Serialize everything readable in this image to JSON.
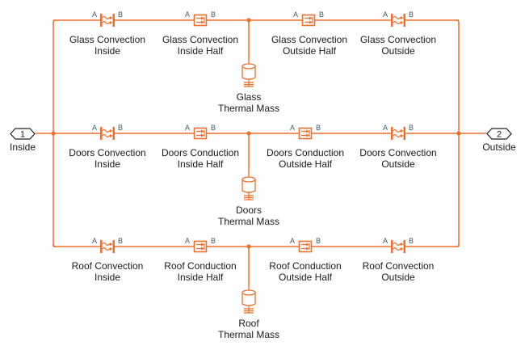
{
  "diagram": {
    "wire_color": "#ee6f2d",
    "port_label_color": "#3c5a66",
    "ports": [
      {
        "id": "inside",
        "number": "1",
        "name": "Inside"
      },
      {
        "id": "outside",
        "number": "2",
        "name": "Outside"
      }
    ],
    "rows": [
      {
        "id": "glass",
        "blocks": [
          {
            "type": "convection",
            "line1": "Glass Convection",
            "line2": "Inside",
            "port_a": "A",
            "port_b": "B"
          },
          {
            "type": "conduction",
            "line1": "Glass Convection",
            "line2": "Inside Half",
            "port_a": "A",
            "port_b": "B"
          },
          {
            "type": "conduction",
            "line1": "Glass Convection",
            "line2": "Outside Half",
            "port_a": "A",
            "port_b": "B"
          },
          {
            "type": "convection",
            "line1": "Glass Convection",
            "line2": "Outside",
            "port_a": "A",
            "port_b": "B"
          }
        ],
        "mass": {
          "line1": "Glass",
          "line2": "Thermal Mass"
        }
      },
      {
        "id": "doors",
        "blocks": [
          {
            "type": "convection",
            "line1": "Doors Convection",
            "line2": "Inside",
            "port_a": "A",
            "port_b": "B"
          },
          {
            "type": "conduction",
            "line1": "Doors Conduction",
            "line2": "Inside Half",
            "port_a": "A",
            "port_b": "B"
          },
          {
            "type": "conduction",
            "line1": "Doors Conduction",
            "line2": "Outside Half",
            "port_a": "A",
            "port_b": "B"
          },
          {
            "type": "convection",
            "line1": "Doors Convection",
            "line2": "Outside",
            "port_a": "A",
            "port_b": "B"
          }
        ],
        "mass": {
          "line1": "Doors",
          "line2": "Thermal Mass"
        }
      },
      {
        "id": "roof",
        "blocks": [
          {
            "type": "convection",
            "line1": "Roof Convection",
            "line2": "Inside",
            "port_a": "A",
            "port_b": "B"
          },
          {
            "type": "conduction",
            "line1": "Roof Conduction",
            "line2": "Inside Half",
            "port_a": "A",
            "port_b": "B"
          },
          {
            "type": "conduction",
            "line1": "Roof Conduction",
            "line2": "Outside Half",
            "port_a": "A",
            "port_b": "B"
          },
          {
            "type": "convection",
            "line1": "Roof Convection",
            "line2": "Outside",
            "port_a": "A",
            "port_b": "B"
          }
        ],
        "mass": {
          "line1": "Roof",
          "line2": "Thermal Mass"
        }
      }
    ]
  }
}
